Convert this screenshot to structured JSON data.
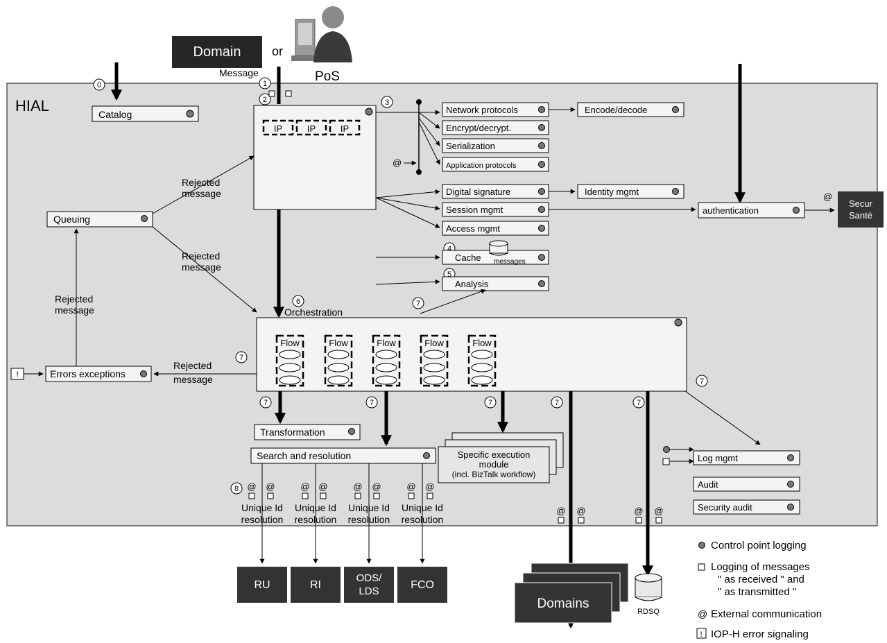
{
  "top": {
    "domain_label": "Domain",
    "or_label": "or",
    "pos_label": "PoS",
    "message_label": "Message"
  },
  "hial_label": "HIAL",
  "boxes": {
    "catalog": "Catalog",
    "queuing": "Queuing",
    "errors": "Errors exceptions",
    "network": "Network protocols",
    "encode": "Encode/decode",
    "encrypt": "Encrypt/decrypt.",
    "serialization": "Serialization",
    "application": "Application protocols",
    "digital": "Digital signature",
    "identity": "Identity mgmt",
    "session": "Session mgmt",
    "access": "Access mgmt",
    "cache": "Cache",
    "cache_sub": "messages",
    "analysis": "Analysis",
    "authentication": "authentication",
    "transformation": "Transformation",
    "search": "Search and resolution",
    "specific": [
      "Specific execution",
      "module",
      "(incl. BizTalk workflow)"
    ],
    "logmgmt": "Log mgmt",
    "audit": "Audit",
    "security_audit": "Security audit"
  },
  "ip_labels": [
    "IP",
    "IP",
    "IP"
  ],
  "flow_label": "Flow",
  "orchestration_label": "Orchestration",
  "rejected": [
    "Rejected",
    "message"
  ],
  "unique_id": [
    "Unique Id",
    "resolution"
  ],
  "at_symbol": "@",
  "numbers": [
    "0",
    "1",
    "2",
    "3",
    "4",
    "5",
    "6",
    "7",
    "8"
  ],
  "secur_sante": [
    "Secur",
    "Santé"
  ],
  "bottom": {
    "ru": "RU",
    "ri": "RI",
    "ods": [
      "ODS/",
      "LDS"
    ],
    "fco": "FCO",
    "domains": "Domains",
    "rdsq": "RDSQ"
  },
  "legend": {
    "control_point": "Control point logging",
    "logging": [
      "Logging of messages",
      "\" as received \" and",
      "\" as transmitted \""
    ],
    "external": "External communication",
    "iop": "IOP-H error signaling",
    "exclamation": "!"
  }
}
